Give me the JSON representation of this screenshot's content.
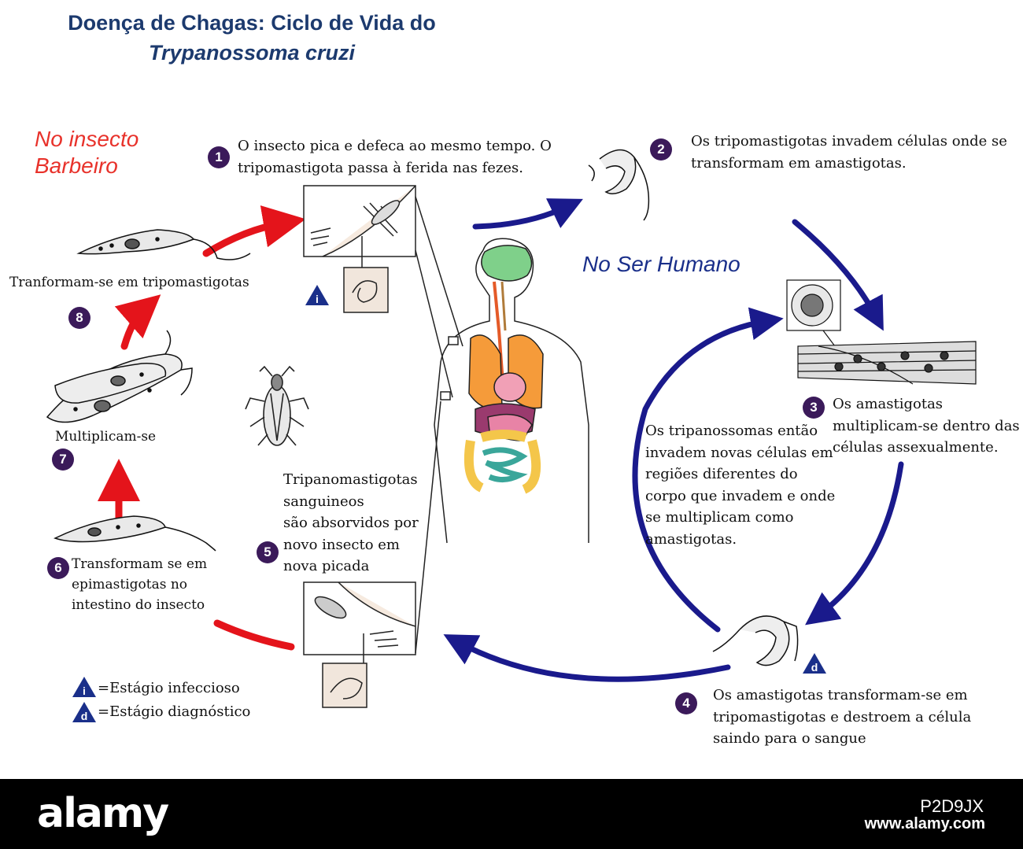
{
  "title": {
    "line1": "Doença de Chagas: Ciclo de Vida do",
    "line2": "Trypanossoma cruzi"
  },
  "regions": {
    "insect": "No insecto\nBarbeiro",
    "human": "No Ser Humano"
  },
  "colors": {
    "title": "#1c3a6e",
    "insect_region": "#e8322b",
    "human_region": "#1a2f8a",
    "red_arrow": "#e4141b",
    "blue_arrow": "#1a1a8c",
    "step_badge": "#3b1a5a",
    "stage_triangle": "#1a2f8a"
  },
  "steps": [
    {
      "n": "1",
      "text": "O insecto pica e defeca ao mesmo tempo. O\ntripomastigota passa à ferida nas fezes."
    },
    {
      "n": "2",
      "text": "Os tripomastigotas invadem células onde se\ntransformam em amastigotas."
    },
    {
      "n": "3",
      "text": "Os amastigotas\nmultiplicam-se  dentro das\ncélulas assexualmente."
    },
    {
      "n": "4",
      "text": "Os amastigotas transformam-se em\ntripomastigotas e destroem a célula\nsaindo para o sangue"
    },
    {
      "n": "5",
      "text": "Tripanomastigotas\nsanguineos\nsão absorvidos por\nnovo insecto em\nnova picada"
    },
    {
      "n": "6",
      "text": "Transformam se em\nepimastigotas no\nintestino do insecto"
    },
    {
      "n": "7",
      "text": "Multiplicam-se"
    },
    {
      "n": "8",
      "text": "Tranformam-se em tripomastigotas"
    }
  ],
  "middle_text": "Os tripanossomas então\ninvadem novas células em\nregiões diferentes do\ncorpo que invadem e onde\nse multiplicam como\namastigotas.",
  "stage_marks": {
    "infective": "i",
    "diagnostic": "d"
  },
  "legend": [
    {
      "symbol": "i",
      "label": "=Estágio infeccioso"
    },
    {
      "symbol": "d",
      "label": "=Estágio diagnóstico"
    }
  ],
  "watermark": {
    "logo": "alamy",
    "code": "P2D9JX",
    "url": "www.alamy.com"
  }
}
